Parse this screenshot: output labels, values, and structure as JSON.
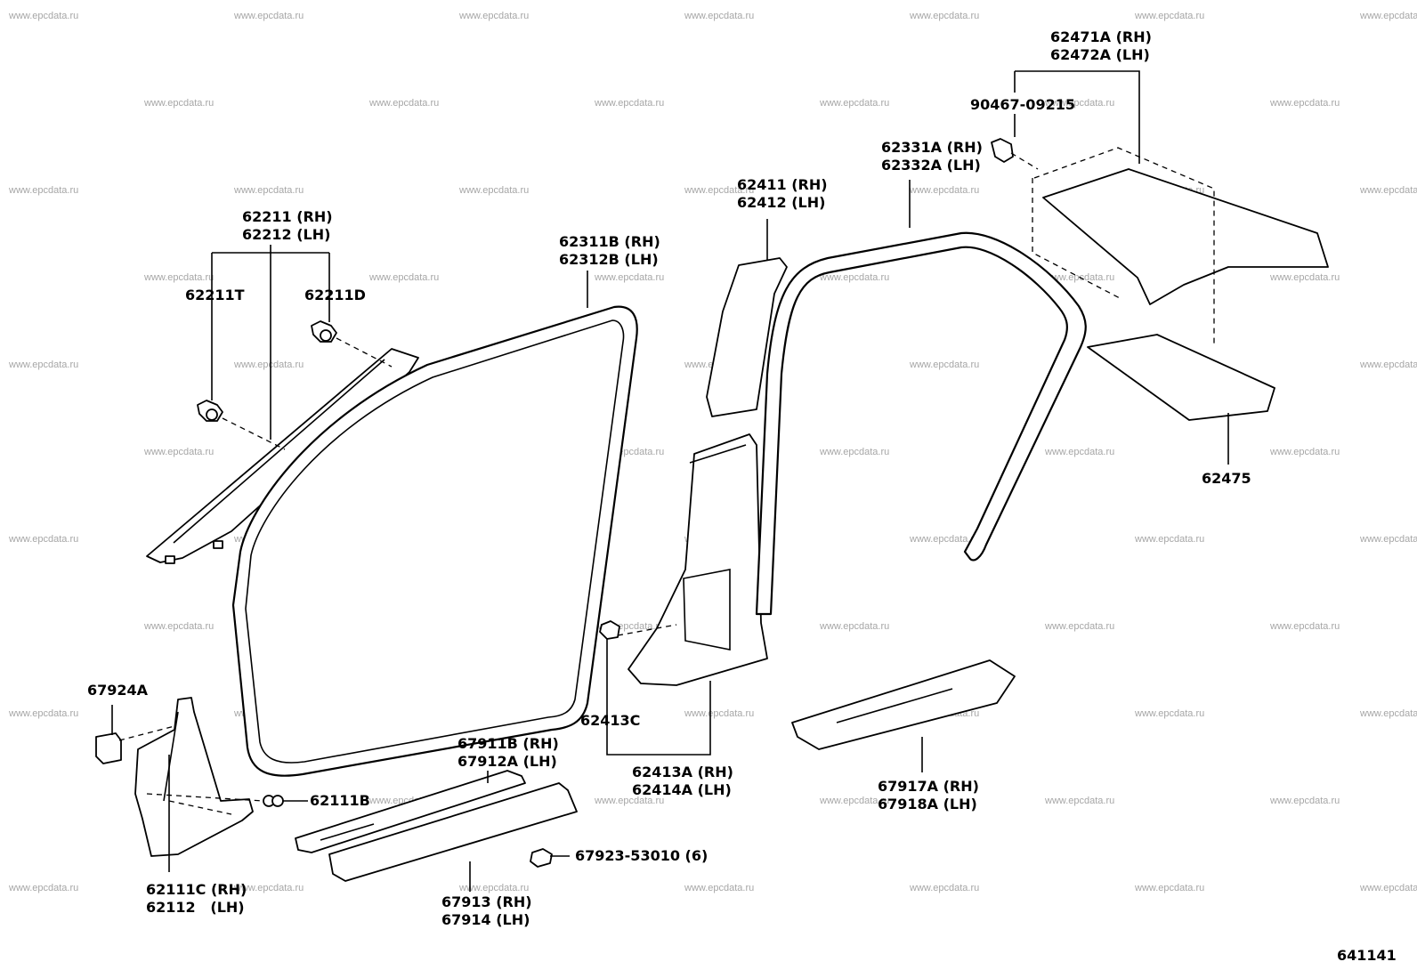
{
  "diagram_code": "641141",
  "watermark": "www.epcdata.ru",
  "callouts": {
    "c62211": "62211 (RH)\n62212 (LH)",
    "c62211T": "62211T",
    "c62211D": "62211D",
    "c62311": "62311B (RH)\n62312B (LH)",
    "c62411": "62411 (RH)\n62412 (LH)",
    "c62331": "62331A (RH)\n62332A (LH)",
    "c62471": "62471A (RH)\n62472A (LH)",
    "c90467": "90467-09215",
    "c62475": "62475",
    "c67924": "67924A",
    "c62111B": "62111B",
    "c62111C": "62111C (RH)\n62112   (LH)",
    "c67911": "67911B (RH)\n67912A (LH)",
    "c67913": "67913 (RH)\n67914 (LH)",
    "c67923": "67923-53010 (6)",
    "c62413C": "62413C",
    "c62413A": "62413A (RH)\n62414A (LH)",
    "c67917": "67917A (RH)\n67918A (LH)"
  }
}
